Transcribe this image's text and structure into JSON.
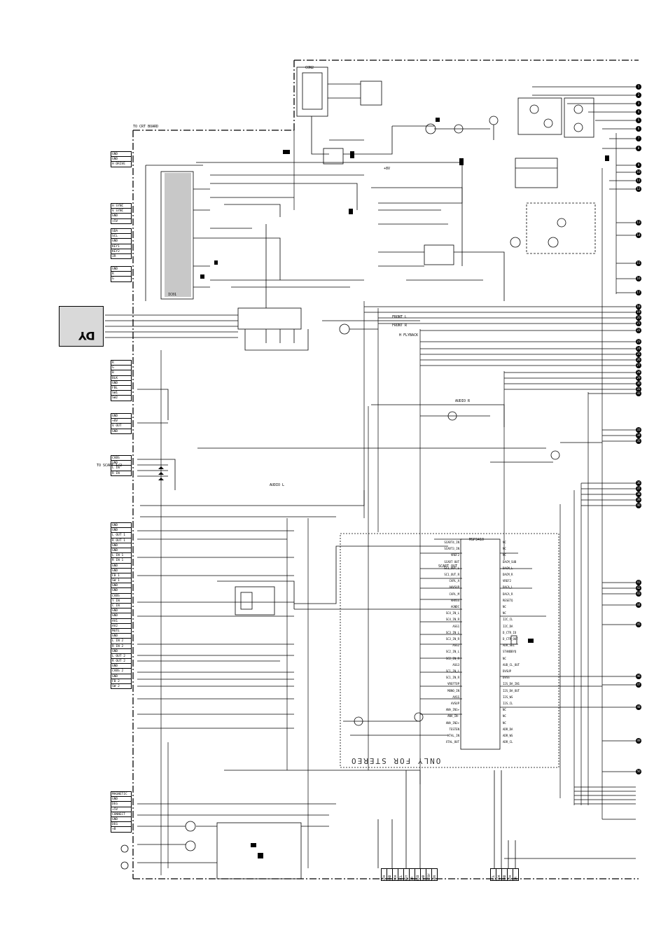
{
  "labels": {
    "dy": "DY",
    "stereo_note": "ONLY FOR STEREO",
    "ic_main": "IC01",
    "ic_sound": "MSP3410",
    "connector_top": "CON2",
    "to_crt": "TO CRT BOARD",
    "audio_r": "AUDIO R",
    "audio_l": "AUDIO L",
    "front_l": "FRONT L",
    "front_r": "FRONT R",
    "hflyback": "H FLYBACK",
    "scart_out": "SCART OUT",
    "to_scart": "TO SCART 1/2",
    "vcc": "+8V"
  },
  "connector_left_1": [
    "GND",
    "GND",
    "H DRIVE"
  ],
  "connector_left_2": [
    "H SYNC",
    "V SYNC",
    "GND",
    "+5V"
  ],
  "connector_left_3": [
    "SDA",
    "SCL",
    "GND",
    "KEY1",
    "KEY2",
    "IR"
  ],
  "connector_left_4": [
    "R",
    "G",
    "B",
    "BLK",
    "GND",
    "FBL",
    "SW1",
    "SW2"
  ],
  "connector_left_5": [
    "GND",
    "+8V",
    "V OUT",
    "GND"
  ],
  "connector_left_6": [
    "GND",
    "R",
    "G"
  ],
  "connector_left_7": [
    "CVBS",
    "GND",
    "L IN",
    "R IN"
  ],
  "connector_left_8": [
    "GND",
    "GND",
    "L OUT 1",
    "R OUT 1",
    "GND",
    "GND",
    "L IN 1",
    "R IN 1",
    "GND",
    "GND",
    "FB 1",
    "SW 1",
    "GND",
    "GND",
    "CVBS",
    "Y IN",
    "C IN",
    "GND",
    "GND",
    "AV1",
    "AV2",
    "MUTE",
    "GND",
    "L IN 2",
    "R IN 2",
    "GND",
    "L OUT 2",
    "R OUT 2",
    "GND",
    "CVBS 2",
    "GND",
    "FB 2",
    "SW 2"
  ],
  "connector_left_9": [
    "MAGNETIC",
    "GND",
    "DEG",
    "+5V",
    "CONNECT",
    "GND",
    "DEG",
    "+B"
  ],
  "connector_bottom_1": [
    "+5V",
    "GND",
    "SDA",
    "SCL",
    "KEY",
    "IR",
    "LED",
    "GND",
    "STBY",
    "+8V"
  ],
  "connector_bottom_2": [
    "SCL",
    "SDA",
    "GND",
    "+5V",
    "IR"
  ],
  "pins_right": [
    "1",
    "2",
    "3",
    "4",
    "5",
    "6",
    "7",
    "8",
    "9",
    "10",
    "11",
    "12",
    "13",
    "14",
    "15",
    "16",
    "17",
    "18",
    "19",
    "20",
    "21",
    "22",
    "23",
    "24",
    "25",
    "26",
    "27",
    "28",
    "29",
    "30",
    "31",
    "32",
    "33",
    "34",
    "35",
    "36",
    "37",
    "38",
    "39",
    "40",
    "41",
    "42",
    "43",
    "44",
    "45",
    "46",
    "47",
    "48",
    "49",
    "50"
  ],
  "ic_sound_pins_left": [
    "SCART4_IN",
    "SCART3_IN",
    "VREF2",
    "SCART OUT",
    "SC1_OUT_L",
    "SC1_OUT_R",
    "CAPL_A",
    "AHVSUP",
    "CAPL_M",
    "AHVSS",
    "AGNDC",
    "SC4_IN_L",
    "SC4_IN_R",
    "ASG1",
    "SC3_IN_L",
    "SC3_IN_R",
    "ASG2",
    "SC2_IN_L",
    "SC2_IN_R",
    "ASG3",
    "SC1_IN_L",
    "SC1_IN_R",
    "VREFTOP",
    "MONO_IN",
    "AVSS",
    "AVSUP",
    "ANA_IN1+",
    "ANA_IN-",
    "ANA_IN2+",
    "TESTEN",
    "XTAL_IN",
    "XTAL_OUT"
  ],
  "ic_sound_pins_right": [
    "NC",
    "NC",
    "NC",
    "DACM_SUB",
    "DACM_L",
    "DACM_R",
    "VREF2",
    "DACA_L",
    "DACA_R",
    "RESETQ",
    "NC",
    "NC",
    "I2C_CL",
    "I2C_DA",
    "D_CTR_IO",
    "D_CTR_OUT",
    "ADR_SEL",
    "STANDBYQ",
    "NC",
    "AUD_CL_OUT",
    "DVSUP",
    "DVSS",
    "I2S_DA_IN1",
    "I2S_DA_OUT",
    "I2S_WS",
    "I2S_CL",
    "NC",
    "NC",
    "NC",
    "ADR_DA",
    "ADR_WS",
    "ADR_CL"
  ]
}
